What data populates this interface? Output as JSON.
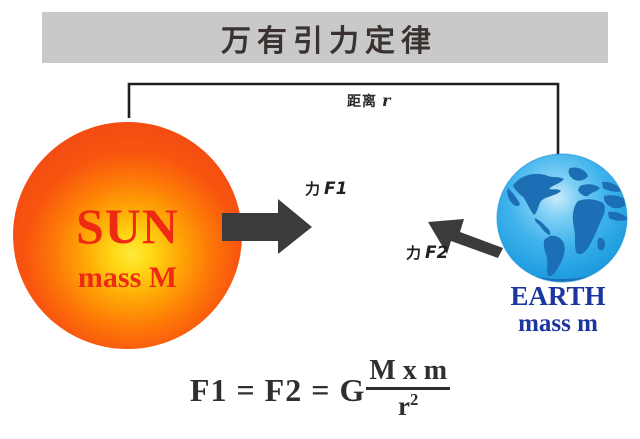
{
  "title": {
    "text": "万有引力定律"
  },
  "distance": {
    "label_cn": "距离",
    "symbol": "r"
  },
  "sun": {
    "name": "SUN",
    "mass_label": "mass M",
    "color_edge": "#f44c12",
    "color_core": "#ffe93c",
    "text_color": "#ef2a13"
  },
  "earth": {
    "name": "EARTH",
    "mass_label": "mass m",
    "color_ocean": "#37a7e0",
    "color_land": "#1c6fb4",
    "text_color": "#1c36a0"
  },
  "forces": [
    {
      "id": "f1",
      "label_cn": "力",
      "symbol": "F1",
      "direction": "right",
      "color": "#3b3b3b"
    },
    {
      "id": "f2",
      "label_cn": "力",
      "symbol": "F2",
      "direction": "left",
      "color": "#3b3b3b"
    }
  ],
  "formula": {
    "lhs": "F1 = F2 =",
    "constant": "G",
    "numerator": "M x m",
    "denominator_base": "r",
    "denominator_exponent": "2"
  },
  "colors": {
    "banner": "#c9c9c9",
    "banner_text": "#3a3230",
    "background": "#ffffff",
    "formula_text": "#2f2f2f",
    "bracket": "#231f20"
  }
}
